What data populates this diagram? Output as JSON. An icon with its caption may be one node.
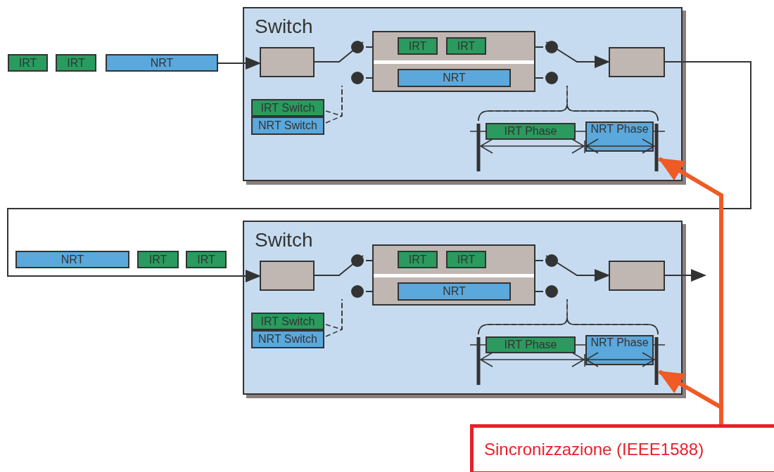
{
  "diagram": {
    "nodes": [
      {
        "text": [
          "IRT"
        ]
      },
      {
        "text": [
          "IRT"
        ]
      },
      {
        "text": [
          "NRT"
        ]
      },
      {
        "text": [
          "Switch"
        ]
      },
      {
        "text": [],
        "shape": "box",
        "in": 3
      },
      {
        "text": [],
        "shape": "box",
        "in": 3
      },
      {
        "text": [
          "IRT"
        ],
        "in": 5
      },
      {
        "text": [
          "IRT"
        ],
        "in": 5
      },
      {
        "text": [
          "NRT"
        ],
        "in": 5
      },
      {
        "text": [],
        "shape": "box",
        "in": 3
      },
      {
        "text": [
          "IRT Switch"
        ],
        "in": 3
      },
      {
        "text": [
          "NRT Switch"
        ],
        "in": 3
      },
      {
        "text": [
          "IRT Phase"
        ],
        "in": 3
      },
      {
        "text": [
          "NRT Phase"
        ],
        "in": 3
      },
      {
        "text": [
          "NRT"
        ]
      },
      {
        "text": [
          "IRT"
        ]
      },
      {
        "text": [
          "IRT"
        ]
      },
      {
        "text": [
          "Switch"
        ]
      },
      {
        "text": [],
        "shape": "box",
        "in": 17
      },
      {
        "text": [],
        "shape": "box",
        "in": 17
      },
      {
        "text": [
          "IRT"
        ],
        "in": 19
      },
      {
        "text": [
          "IRT"
        ],
        "in": 19
      },
      {
        "text": [
          "NRT"
        ],
        "in": 19
      },
      {
        "text": [],
        "shape": "box",
        "in": 17
      },
      {
        "text": [
          "IRT Switch"
        ],
        "in": 17
      },
      {
        "text": [
          "NRT Switch"
        ],
        "in": 17
      },
      {
        "text": [
          "IRT Phase"
        ],
        "in": 17
      },
      {
        "text": [
          "NRT Phase"
        ],
        "in": 17
      },
      {
        "text": [
          "Sincronizzazione (IEEE1588)"
        ]
      },
      {
        "text": [],
        "shape": "switch",
        "in": 3
      },
      {
        "text": [],
        "shape": "switch",
        "in": 3
      },
      {
        "text": [],
        "shape": "switch",
        "in": 17
      },
      {
        "text": [],
        "shape": "switch",
        "in": 17
      }
    ],
    "edges": [
      {
        "from": 2,
        "to": 4,
        "arrow": "to"
      },
      {
        "from": 4,
        "to": 29,
        "arrow": "none"
      },
      {
        "from": 29,
        "to": 5,
        "arrow": "none"
      },
      {
        "from": 29,
        "to": 5,
        "arrow": "none"
      },
      {
        "from": 5,
        "to": 30,
        "arrow": "none"
      },
      {
        "from": 5,
        "to": 30,
        "arrow": "none"
      },
      {
        "from": 30,
        "to": 9,
        "arrow": "to"
      },
      {
        "from": 9,
        "to": 18,
        "arrow": "to"
      },
      {
        "from": 18,
        "to": 31,
        "arrow": "none"
      },
      {
        "from": 31,
        "to": 19,
        "arrow": "none"
      },
      {
        "from": 31,
        "to": 19,
        "arrow": "none"
      },
      {
        "from": 19,
        "to": 32,
        "arrow": "none"
      },
      {
        "from": 19,
        "to": 32,
        "arrow": "none"
      },
      {
        "from": 32,
        "to": 23,
        "arrow": "to"
      },
      {
        "from": 23,
        "to": null,
        "arrow": "to"
      },
      {
        "from": 28,
        "to": 13,
        "arrow": "to",
        "style": "thick",
        "color": "#f05a24"
      },
      {
        "from": 28,
        "to": 27,
        "arrow": "to",
        "style": "thick",
        "color": "#f05a24"
      },
      {
        "from": 10,
        "to": 29,
        "arrow": "none",
        "style": "dashed"
      },
      {
        "from": 11,
        "to": 29,
        "arrow": "none",
        "style": "dashed"
      },
      {
        "from": 12,
        "to": 30,
        "arrow": "none",
        "style": "dashed"
      },
      {
        "from": 13,
        "to": 30,
        "arrow": "none",
        "style": "dashed"
      },
      {
        "from": 24,
        "to": 31,
        "arrow": "none",
        "style": "dashed"
      },
      {
        "from": 25,
        "to": 31,
        "arrow": "none",
        "style": "dashed"
      },
      {
        "from": 26,
        "to": 32,
        "arrow": "none",
        "style": "dashed"
      },
      {
        "from": 27,
        "to": 32,
        "arrow": "none",
        "style": "dashed"
      }
    ]
  }
}
